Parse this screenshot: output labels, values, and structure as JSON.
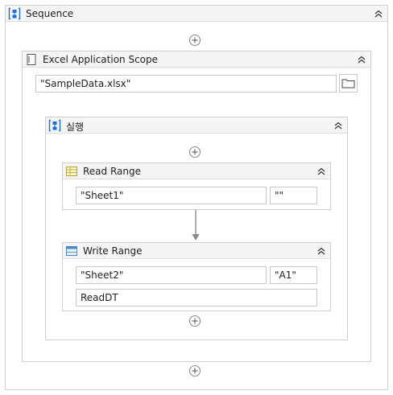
{
  "sequence": {
    "title": "Sequence"
  },
  "scope": {
    "title": "Excel Application Scope",
    "workbook_path": "\"SampleData.xlsx\""
  },
  "do_block": {
    "title": "실행"
  },
  "read_range": {
    "title": "Read Range",
    "sheet": "\"Sheet1\"",
    "range": "\"\""
  },
  "write_range": {
    "title": "Write Range",
    "sheet": "\"Sheet2\"",
    "start_cell": "\"A1\"",
    "datatable": "ReadDT"
  },
  "icons": {
    "sequence": "sequence-icon",
    "scope": "excel-scope-icon",
    "browse": "folder-icon",
    "do": "do-block-icon",
    "read": "read-range-icon",
    "write": "write-range-icon",
    "add": "add-activity-icon",
    "collapse": "collapse-chevron-icon",
    "connector": "arrow-down-icon"
  },
  "colors": {
    "accent": "#1e6fd9",
    "header_bg": "#f5f5f5",
    "border": "#cfcfcf"
  }
}
